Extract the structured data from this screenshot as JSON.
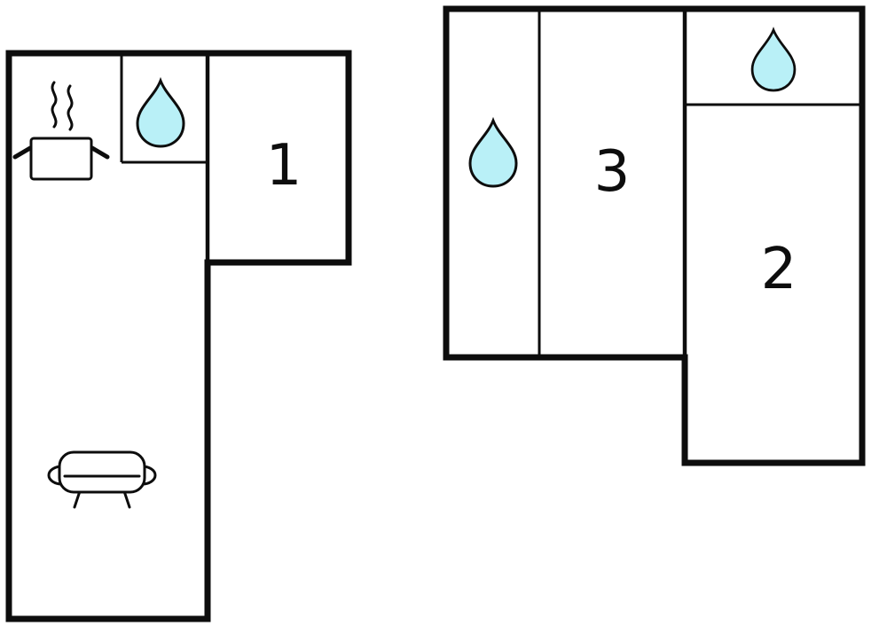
{
  "diagram_type": "floor-plan",
  "colors": {
    "wall": "#0d0d0d",
    "background": "#ffffff",
    "drop_fill": "#b9f0f7",
    "drop_stroke": "#0d0d0d"
  },
  "rooms": {
    "room1": {
      "label": "1"
    },
    "room2": {
      "label": "2"
    },
    "room3": {
      "label": "3"
    }
  },
  "icons": {
    "left_unit_bathroom": "water-drop-icon",
    "right_unit_bathroom": "water-drop-icon",
    "right_unit_top_bathroom": "water-drop-icon",
    "kitchen": "stove-icon",
    "living_room": "sofa-icon"
  }
}
